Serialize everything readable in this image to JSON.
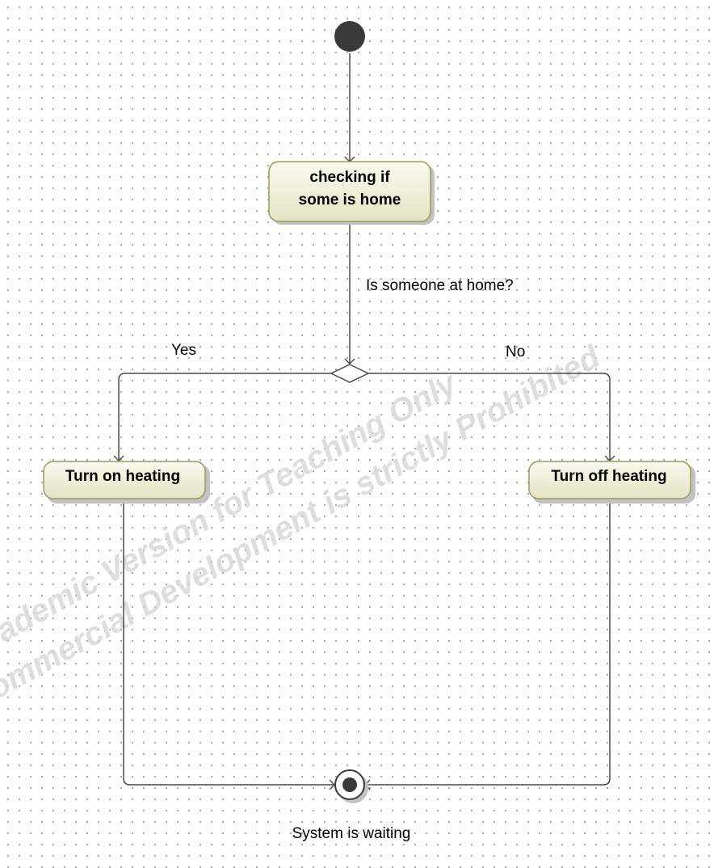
{
  "diagram": {
    "actions": {
      "check": {
        "line1": "checking if",
        "line2": "some is home"
      },
      "heat_on": "Turn on heating",
      "heat_off": "Turn off heating"
    },
    "guards": {
      "question": "Is someone at home?",
      "yes": "Yes",
      "no": "No"
    },
    "final_label": "System is waiting",
    "watermark": {
      "line1": "Academic Version for Teaching Only",
      "line2": "Commercial Development is strictly Prohibited"
    },
    "colors": {
      "action_fill_top": "#fbfbf0",
      "action_fill_bottom": "#e3e3c4",
      "action_border": "#9a9a5c",
      "node_fill": "#3a3a3a",
      "line": "#4a4a4a"
    }
  }
}
